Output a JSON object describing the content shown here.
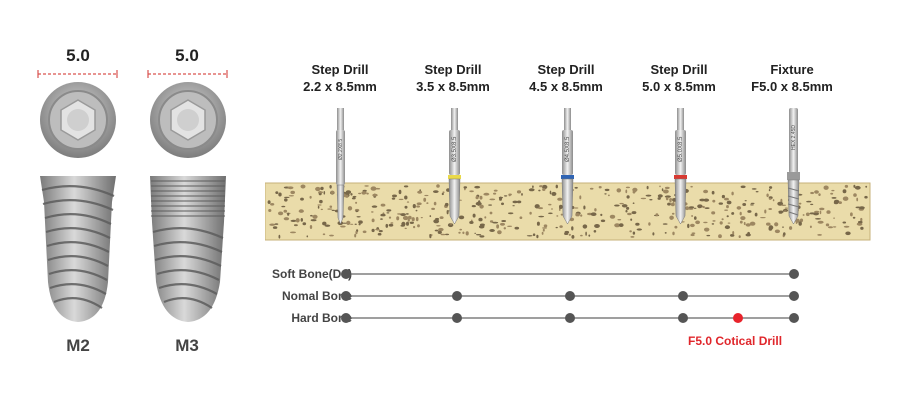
{
  "implants": [
    {
      "name": "M2",
      "diameter": "5.0"
    },
    {
      "name": "M3",
      "diameter": "5.0"
    }
  ],
  "steps": [
    {
      "title": "Step Drill",
      "size": "2.2 x 8.5mm",
      "ring_color": "",
      "marking": "Ø2.2X8.5"
    },
    {
      "title": "Step Drill",
      "size": "3.5 x 8.5mm",
      "ring_color": "#e9d94a",
      "marking": "Ø3.5X8.5"
    },
    {
      "title": "Step Drill",
      "size": "4.5 x 8.5mm",
      "ring_color": "#2f64b4",
      "marking": "Ø4.5X8.5"
    },
    {
      "title": "Step Drill",
      "size": "5.0 x 8.5mm",
      "ring_color": "#d83a32",
      "marking": "Ø5.0X8.5"
    },
    {
      "title": "Fixture",
      "size": "F5.0 x 8.5mm",
      "ring_color": "",
      "marking": "HEX 2.45D"
    }
  ],
  "bone_rows": [
    {
      "label": "Soft Bone(D4)",
      "used": [
        true,
        false,
        false,
        false,
        true
      ]
    },
    {
      "label": "Nomal Bone",
      "used": [
        true,
        true,
        true,
        true,
        true
      ]
    },
    {
      "label": "Hard Bone",
      "used": [
        true,
        true,
        true,
        true,
        true
      ]
    }
  ],
  "cortical_note": "F5.0 Cotical Drill",
  "colors": {
    "dot": "#555555",
    "line": "#666666",
    "cortical_dot": "#e8232b",
    "bone": "#eadcaa",
    "dimension_line": "#d9534f"
  }
}
